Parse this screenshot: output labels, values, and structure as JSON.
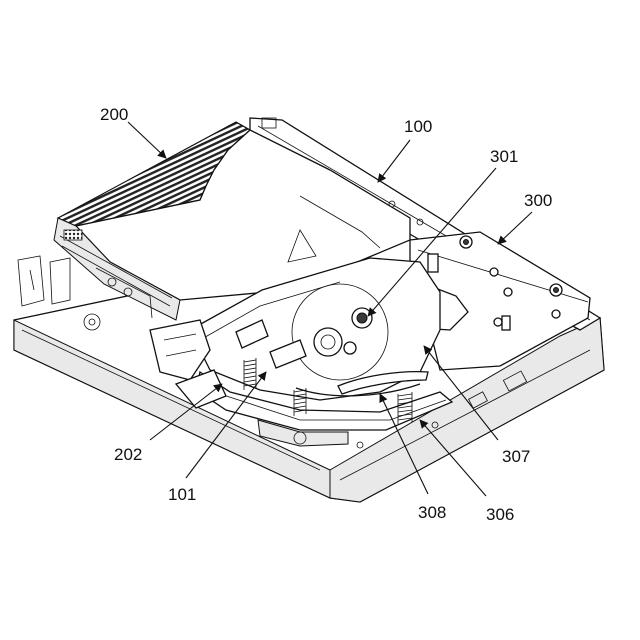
{
  "labels": {
    "l200": "200",
    "l100": "100",
    "l301": "301",
    "l300": "300",
    "l202": "202",
    "l101": "101",
    "l307": "307",
    "l308": "308",
    "l306": "306"
  }
}
